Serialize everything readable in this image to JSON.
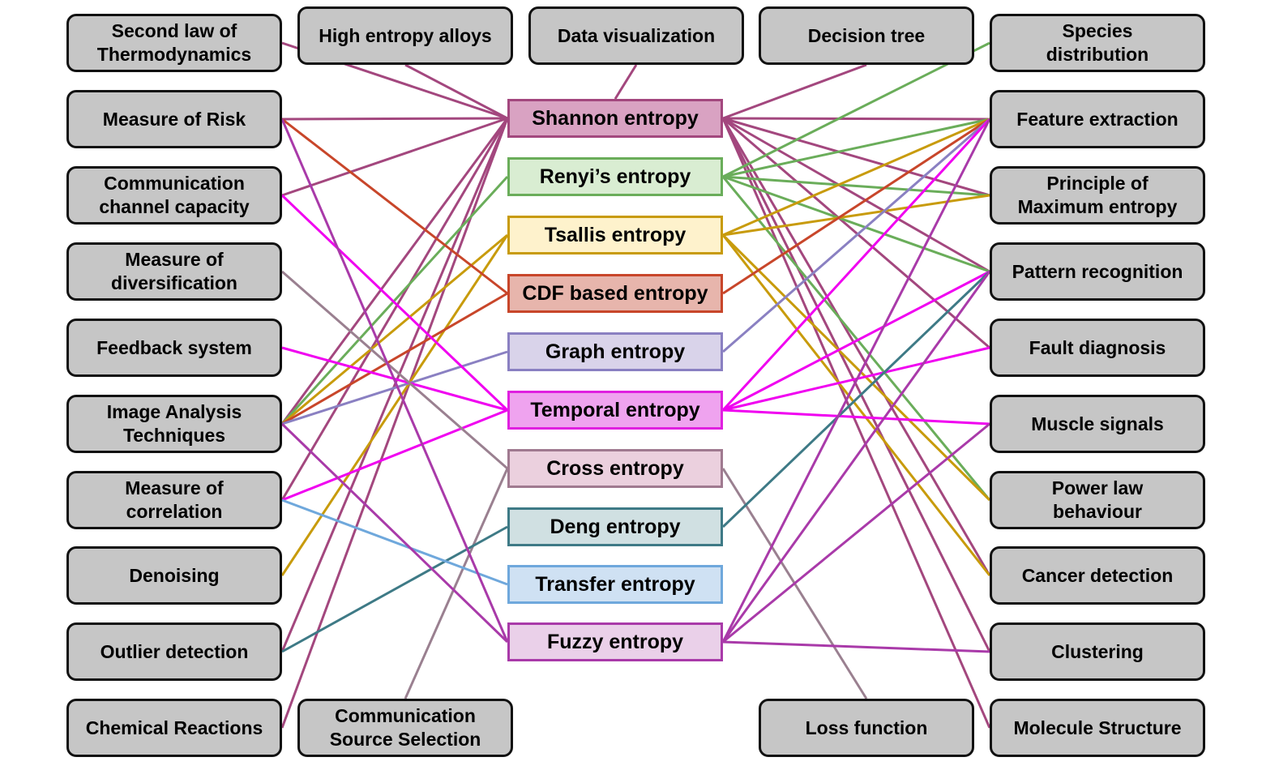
{
  "entropies": [
    {
      "id": "shannon",
      "label": "Shannon entropy",
      "fill": "#D9A2C2",
      "stroke": "#A3477E",
      "line": "#A3477E"
    },
    {
      "id": "renyi",
      "label": "Renyi’s entropy",
      "fill": "#D9EDD2",
      "stroke": "#6AAD5A",
      "line": "#6AAD5A"
    },
    {
      "id": "tsallis",
      "label": "Tsallis entropy",
      "fill": "#FEF2CC",
      "stroke": "#C89B0C",
      "line": "#C89B0C"
    },
    {
      "id": "cdf",
      "label": "CDF based entropy",
      "fill": "#E7B5AC",
      "stroke": "#C8462A",
      "line": "#C8462A"
    },
    {
      "id": "graph",
      "label": "Graph entropy",
      "fill": "#D9D3EA",
      "stroke": "#8A80C2",
      "line": "#8A80C2"
    },
    {
      "id": "temporal",
      "label": "Temporal entropy",
      "fill": "#EFA3EF",
      "stroke": "#E020E0",
      "line": "#F000F0"
    },
    {
      "id": "cross",
      "label": "Cross entropy",
      "fill": "#EBD0DE",
      "stroke": "#A07A90",
      "line": "#9A8090"
    },
    {
      "id": "deng",
      "label": "Deng entropy",
      "fill": "#D0E0E2",
      "stroke": "#3E7A86",
      "line": "#3E7A86"
    },
    {
      "id": "transfer",
      "label": "Transfer entropy",
      "fill": "#CFE1F3",
      "stroke": "#6FA8DC",
      "line": "#6FA8DC"
    },
    {
      "id": "fuzzy",
      "label": "Fuzzy entropy",
      "fill": "#EAD0E9",
      "stroke": "#A93AA9",
      "line": "#A93AA9"
    }
  ],
  "left_apps": [
    {
      "id": "second_law",
      "label": "Second law of\nThermodynamics"
    },
    {
      "id": "risk",
      "label": "Measure of Risk"
    },
    {
      "id": "channel",
      "label": "Communication\nchannel capacity"
    },
    {
      "id": "diversification",
      "label": "Measure of\ndiversification"
    },
    {
      "id": "feedback",
      "label": "Feedback system"
    },
    {
      "id": "image",
      "label": "Image Analysis\nTechniques"
    },
    {
      "id": "correlation",
      "label": "Measure of\ncorrelation"
    },
    {
      "id": "denoising",
      "label": "Denoising"
    },
    {
      "id": "outlier",
      "label": "Outlier detection"
    },
    {
      "id": "chemical",
      "label": "Chemical Reactions"
    }
  ],
  "right_apps": [
    {
      "id": "species",
      "label": "Species\ndistribution"
    },
    {
      "id": "feature",
      "label": "Feature extraction"
    },
    {
      "id": "maxent",
      "label": "Principle of\nMaximum entropy"
    },
    {
      "id": "pattern",
      "label": "Pattern recognition"
    },
    {
      "id": "fault",
      "label": "Fault diagnosis"
    },
    {
      "id": "muscle",
      "label": "Muscle signals"
    },
    {
      "id": "powerlaw",
      "label": "Power law\nbehaviour"
    },
    {
      "id": "cancer",
      "label": "Cancer detection"
    },
    {
      "id": "clustering",
      "label": "Clustering"
    },
    {
      "id": "molecule",
      "label": "Molecule Structure"
    }
  ],
  "top_apps": [
    {
      "id": "hea",
      "label": "High entropy alloys"
    },
    {
      "id": "dataviz",
      "label": "Data visualization"
    },
    {
      "id": "dtree",
      "label": "Decision tree"
    }
  ],
  "bottom_apps": [
    {
      "id": "source_sel",
      "label": "Communication\nSource Selection"
    },
    {
      "id": "loss",
      "label": "Loss function"
    }
  ],
  "links": [
    [
      "shannon",
      "second_law"
    ],
    [
      "shannon",
      "hea"
    ],
    [
      "shannon",
      "dataviz"
    ],
    [
      "shannon",
      "dtree"
    ],
    [
      "shannon",
      "risk"
    ],
    [
      "shannon",
      "channel"
    ],
    [
      "shannon",
      "image"
    ],
    [
      "shannon",
      "correlation"
    ],
    [
      "shannon",
      "outlier"
    ],
    [
      "shannon",
      "chemical"
    ],
    [
      "shannon",
      "feature"
    ],
    [
      "shannon",
      "maxent"
    ],
    [
      "shannon",
      "pattern"
    ],
    [
      "shannon",
      "fault"
    ],
    [
      "shannon",
      "cancer"
    ],
    [
      "shannon",
      "clustering"
    ],
    [
      "shannon",
      "molecule"
    ],
    [
      "renyi",
      "image"
    ],
    [
      "renyi",
      "species"
    ],
    [
      "renyi",
      "feature"
    ],
    [
      "renyi",
      "maxent"
    ],
    [
      "renyi",
      "pattern"
    ],
    [
      "renyi",
      "powerlaw"
    ],
    [
      "tsallis",
      "image"
    ],
    [
      "tsallis",
      "denoising"
    ],
    [
      "tsallis",
      "feature"
    ],
    [
      "tsallis",
      "maxent"
    ],
    [
      "tsallis",
      "powerlaw"
    ],
    [
      "tsallis",
      "cancer"
    ],
    [
      "cdf",
      "risk"
    ],
    [
      "cdf",
      "image"
    ],
    [
      "cdf",
      "feature"
    ],
    [
      "graph",
      "image"
    ],
    [
      "graph",
      "feature"
    ],
    [
      "temporal",
      "channel"
    ],
    [
      "temporal",
      "feedback"
    ],
    [
      "temporal",
      "correlation"
    ],
    [
      "temporal",
      "feature"
    ],
    [
      "temporal",
      "pattern"
    ],
    [
      "temporal",
      "fault"
    ],
    [
      "temporal",
      "muscle"
    ],
    [
      "cross",
      "diversification"
    ],
    [
      "cross",
      "source_sel"
    ],
    [
      "cross",
      "loss"
    ],
    [
      "deng",
      "outlier"
    ],
    [
      "deng",
      "pattern"
    ],
    [
      "transfer",
      "correlation"
    ],
    [
      "fuzzy",
      "risk"
    ],
    [
      "fuzzy",
      "image"
    ],
    [
      "fuzzy",
      "feature"
    ],
    [
      "fuzzy",
      "pattern"
    ],
    [
      "fuzzy",
      "muscle"
    ],
    [
      "fuzzy",
      "clustering"
    ]
  ]
}
